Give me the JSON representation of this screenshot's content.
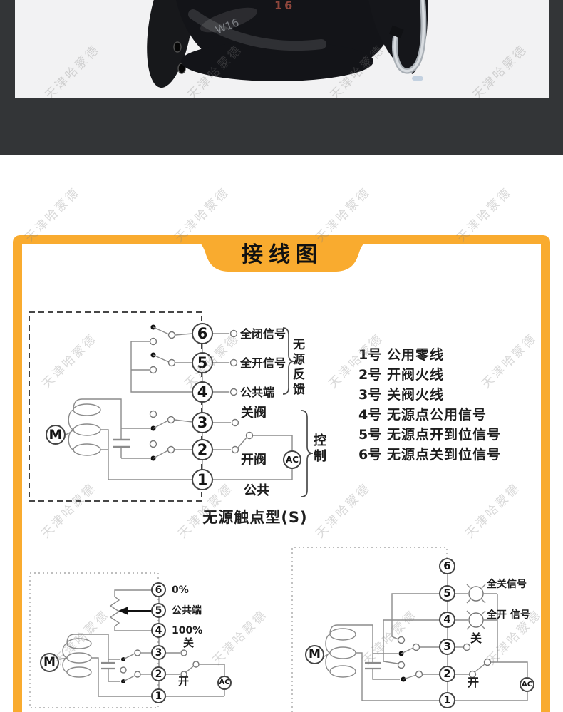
{
  "watermark": {
    "text": "天津哈蒙德"
  },
  "photo": {
    "red_marking": "16",
    "body_marking": "W16"
  },
  "section_title": "接线图",
  "diagram_main": {
    "terminals": [
      "6",
      "5",
      "4",
      "3",
      "2",
      "1"
    ],
    "motor_label": "M",
    "ac_label": "AC",
    "label_full_close": "全闭信号",
    "label_full_open": "全开信号",
    "label_common_terminal": "公共端",
    "label_close_valve": "关阀",
    "label_open_valve": "开阀",
    "label_common": "公共",
    "brace_feedback": "无源反馈",
    "brace_control": "控制",
    "caption": "无源触点型(S)"
  },
  "terminal_list": [
    {
      "num": "1号",
      "desc": "公用零线"
    },
    {
      "num": "2号",
      "desc": "开阀火线"
    },
    {
      "num": "3号",
      "desc": "关阀火线"
    },
    {
      "num": "4号",
      "desc": "无源点公用信号"
    },
    {
      "num": "5号",
      "desc": "无源点开到位信号"
    },
    {
      "num": "6号",
      "desc": "无源点关到位信号"
    }
  ],
  "diagram_pot": {
    "terminals": [
      "6",
      "5",
      "4",
      "3",
      "2",
      "1"
    ],
    "motor_label": "M",
    "ac_label": "AC",
    "label_0": "0%",
    "label_common": "公共端",
    "label_100": "100%",
    "label_close": "关",
    "label_open": "开"
  },
  "diagram_lamp": {
    "terminals": [
      "6",
      "5",
      "4",
      "3",
      "2",
      "1"
    ],
    "motor_label": "M",
    "ac_label": "AC",
    "label_full_close_signal": "全关信号",
    "label_full_open_signal": "全开 信号",
    "label_close": "关",
    "label_open": "开"
  }
}
